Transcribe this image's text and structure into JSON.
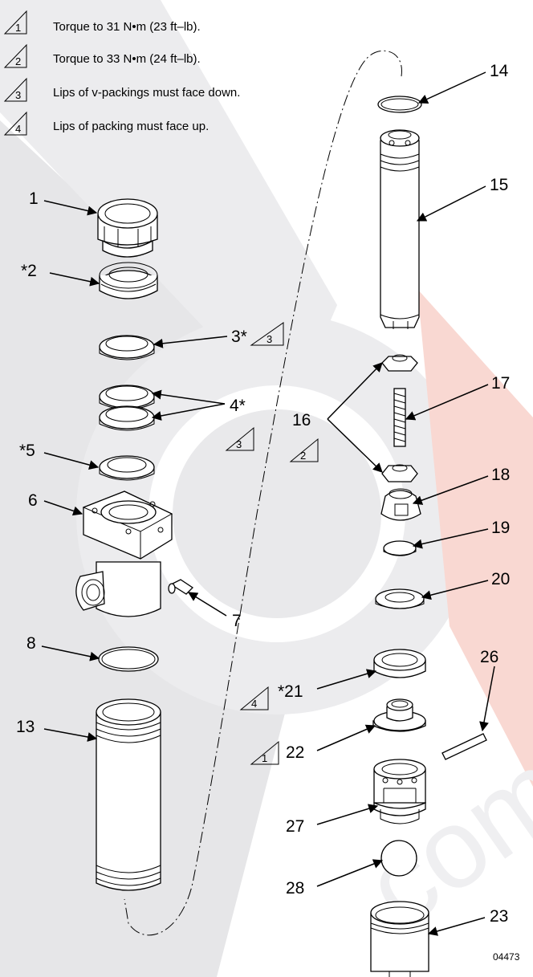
{
  "notes": [
    {
      "num": "1",
      "text": "Torque to 31 N•m (23 ft–lb)."
    },
    {
      "num": "2",
      "text": "Torque to 33 N•m (24 ft–lb)."
    },
    {
      "num": "3",
      "text": "Lips of v-packings must face down."
    },
    {
      "num": "4",
      "text": "Lips of packing must face up."
    }
  ],
  "callouts": {
    "c1": "1",
    "c2": "*2",
    "c3": "3*",
    "c4": "4*",
    "c5": "*5",
    "c6": "6",
    "c7": "7",
    "c8": "8",
    "c13": "13",
    "c14": "14",
    "c15": "15",
    "c16": "16",
    "c17": "17",
    "c18": "18",
    "c19": "19",
    "c20": "20",
    "c21": "*21",
    "c22": "22",
    "c23": "23",
    "c26": "26",
    "c27": "27",
    "c28": "28"
  },
  "tri_marks": {
    "t3a": "3",
    "t3b": "3",
    "t2": "2",
    "t4": "4",
    "t1": "1"
  },
  "figure_id": "04473",
  "colors": {
    "watermark_gray": "#e4e4e6",
    "watermark_red": "#f9d6d0",
    "line": "#000000"
  }
}
